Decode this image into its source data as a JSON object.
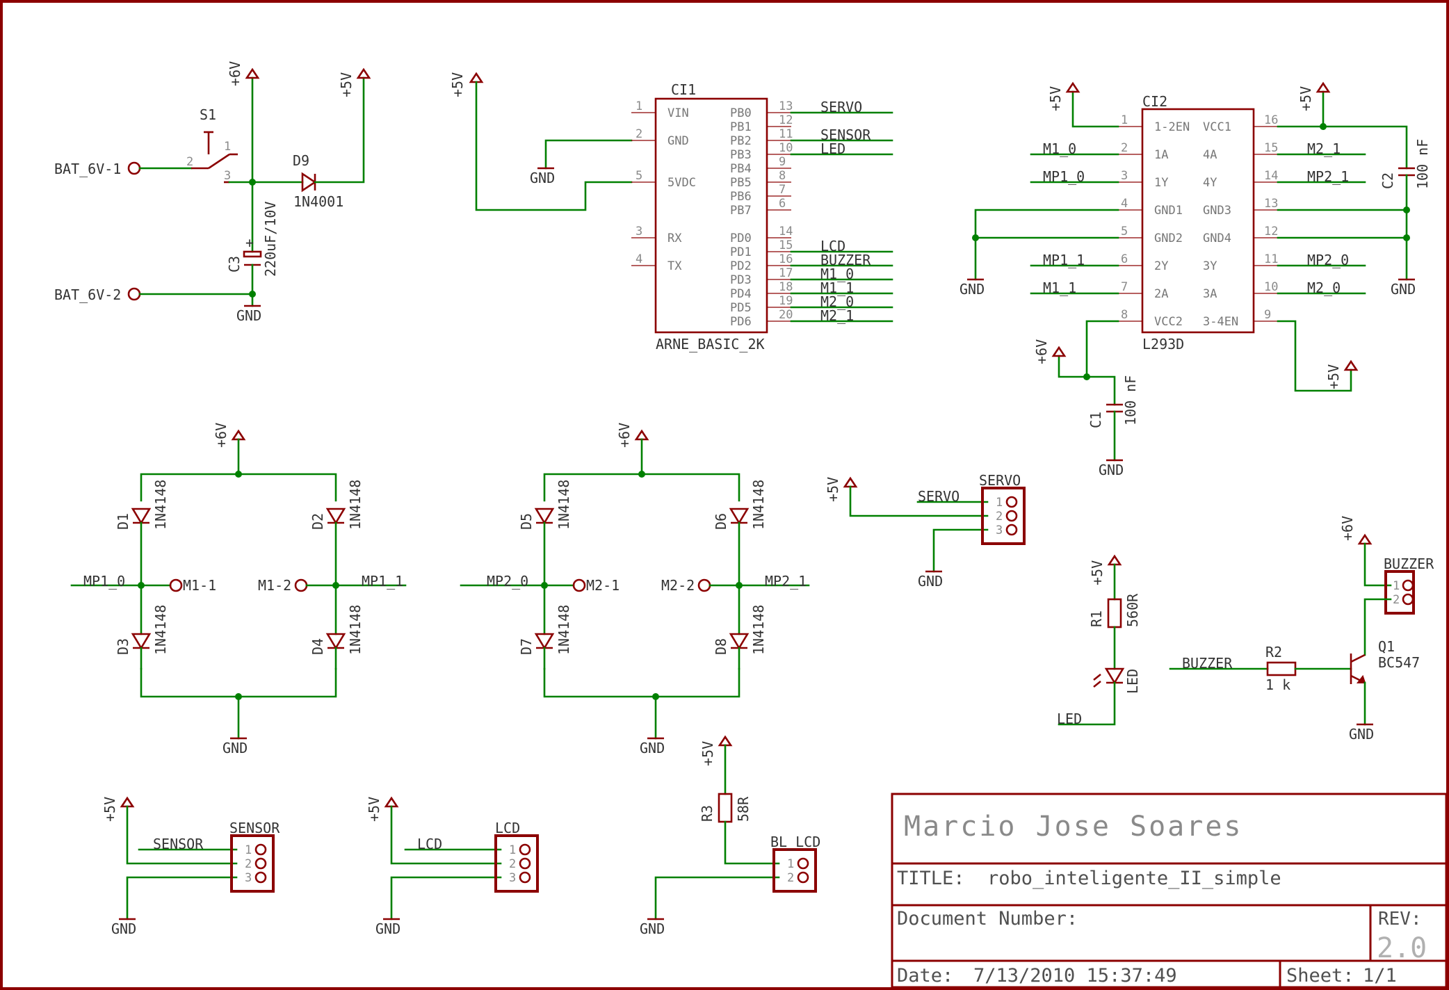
{
  "title_block": {
    "author": "Marcio Jose Soares",
    "title_label": "TITLE:",
    "title": "robo_inteligente_II_simple",
    "doc_label": "Document Number:",
    "rev_label": "REV:",
    "rev": "2.0",
    "date_label": "Date:",
    "date": "7/13/2010 15:37:49",
    "sheet_label": "Sheet:",
    "sheet": "1/1"
  },
  "supply": {
    "p6": "+6V",
    "p5": "+5V",
    "gnd": "GND"
  },
  "power": {
    "bat1": "BAT_6V-1",
    "bat2": "BAT_6V-2",
    "s1": "S1",
    "s1_p1": "1",
    "s1_p2": "2",
    "s1_p3": "3",
    "d9": "D9",
    "d9_val": "1N4001",
    "c3": "C3",
    "c3_val": "220uF/10V",
    "plus": "+"
  },
  "ci1": {
    "name": "CI1",
    "value": "ARNE_BASIC_2K",
    "left": [
      {
        "num": "1",
        "name": "VIN"
      },
      {
        "num": "2",
        "name": "GND"
      },
      {
        "num": "5",
        "name": "5VDC"
      },
      {
        "num": "3",
        "name": "RX"
      },
      {
        "num": "4",
        "name": "TX"
      }
    ],
    "right": [
      {
        "num": "13",
        "name": "PB0",
        "net": "SERVO"
      },
      {
        "num": "12",
        "name": "PB1",
        "net": ""
      },
      {
        "num": "11",
        "name": "PB2",
        "net": "SENSOR"
      },
      {
        "num": "10",
        "name": "PB3",
        "net": "LED"
      },
      {
        "num": "9",
        "name": "PB4",
        "net": ""
      },
      {
        "num": "8",
        "name": "PB5",
        "net": ""
      },
      {
        "num": "7",
        "name": "PB6",
        "net": ""
      },
      {
        "num": "6",
        "name": "PB7",
        "net": ""
      },
      {
        "num": "14",
        "name": "PD0",
        "net": ""
      },
      {
        "num": "15",
        "name": "PD1",
        "net": "LCD"
      },
      {
        "num": "16",
        "name": "PD2",
        "net": "BUZZER"
      },
      {
        "num": "17",
        "name": "PD3",
        "net": "M1_0"
      },
      {
        "num": "18",
        "name": "PD4",
        "net": "M1_1"
      },
      {
        "num": "19",
        "name": "PD5",
        "net": "M2_0"
      },
      {
        "num": "20",
        "name": "PD6",
        "net": "M2_1"
      }
    ]
  },
  "ci2": {
    "name": "CI2",
    "value": "L293D",
    "left": [
      {
        "num": "1",
        "name": "1-2EN",
        "net": ""
      },
      {
        "num": "2",
        "name": "1A",
        "net": "M1_0"
      },
      {
        "num": "3",
        "name": "1Y",
        "net": "MP1_0"
      },
      {
        "num": "4",
        "name": "GND1",
        "net": ""
      },
      {
        "num": "5",
        "name": "GND2",
        "net": ""
      },
      {
        "num": "6",
        "name": "2Y",
        "net": "MP1_1"
      },
      {
        "num": "7",
        "name": "2A",
        "net": "M1_1"
      },
      {
        "num": "8",
        "name": "VCC2",
        "net": ""
      }
    ],
    "right": [
      {
        "num": "16",
        "name": "VCC1",
        "net": ""
      },
      {
        "num": "15",
        "name": "4A",
        "net": "M2_1"
      },
      {
        "num": "14",
        "name": "4Y",
        "net": "MP2_1"
      },
      {
        "num": "13",
        "name": "GND3",
        "net": ""
      },
      {
        "num": "12",
        "name": "GND4",
        "net": ""
      },
      {
        "num": "11",
        "name": "3Y",
        "net": "MP2_0"
      },
      {
        "num": "10",
        "name": "3A",
        "net": "M2_0"
      },
      {
        "num": "9",
        "name": "3-4EN",
        "net": ""
      }
    ],
    "c2": "C2",
    "c2_val": "100 nF",
    "c1": "C1",
    "c1_val": "100 nF"
  },
  "bridge1": {
    "d1": "D1",
    "d2": "D2",
    "d3": "D3",
    "d4": "D4",
    "val": "1N4148",
    "net_left": "MP1_0",
    "net_right": "MP1_1",
    "pad_left": "M1-1",
    "pad_right": "M1-2"
  },
  "bridge2": {
    "d5": "D5",
    "d6": "D6",
    "d7": "D7",
    "d8": "D8",
    "val": "1N4148",
    "net_left": "MP2_0",
    "net_right": "MP2_1",
    "pad_left": "M2-1",
    "pad_right": "M2-2"
  },
  "servo": {
    "name": "SERVO",
    "net": "SERVO",
    "p1": "1",
    "p2": "2",
    "p3": "3"
  },
  "led_circuit": {
    "r1": "R1",
    "r1_val": "560R",
    "led": "LED",
    "net": "LED"
  },
  "buzzer_circuit": {
    "name": "BUZZER",
    "p1": "1",
    "p2": "2",
    "r2": "R2",
    "r2_val": "1 k",
    "q1": "Q1",
    "q1_val": "BC547",
    "net": "BUZZER"
  },
  "sensor": {
    "name": "SENSOR",
    "net": "SENSOR",
    "p1": "1",
    "p2": "2",
    "p3": "3"
  },
  "lcd": {
    "name": "LCD",
    "net": "LCD",
    "p1": "1",
    "p2": "2",
    "p3": "3"
  },
  "bl_lcd": {
    "name": "BL_LCD",
    "r3": "R3",
    "r3_val": "58R",
    "p1": "1",
    "p2": "2"
  }
}
